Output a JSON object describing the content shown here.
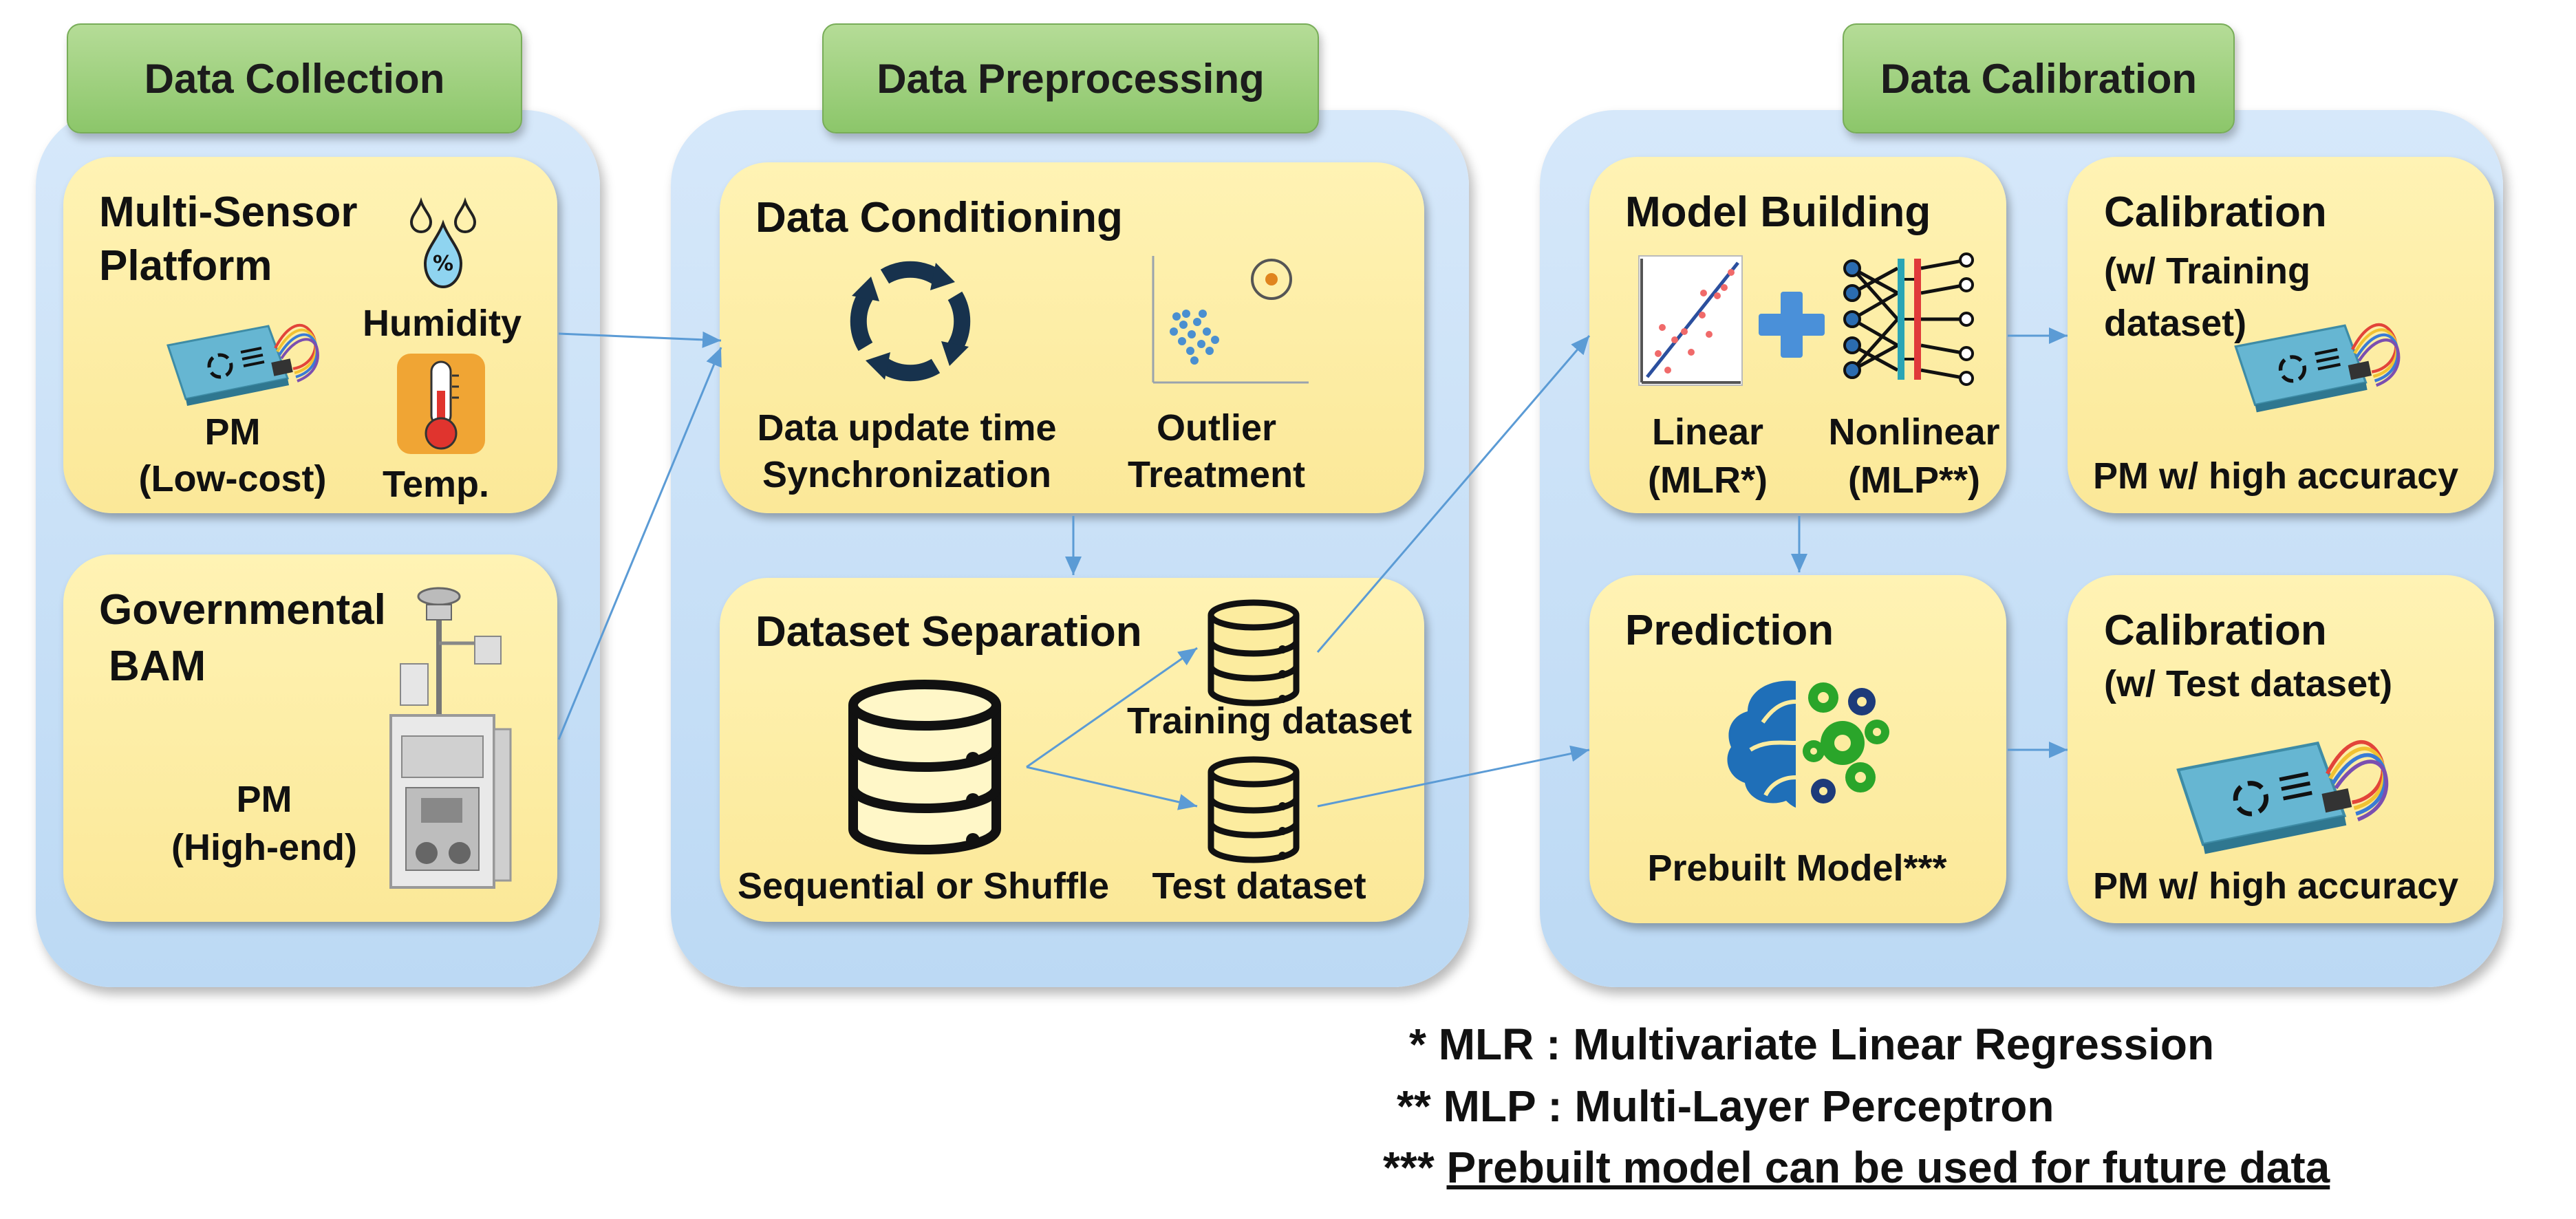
{
  "headers": {
    "collection": "Data Collection",
    "preprocessing": "Data Preprocessing",
    "calibration": "Data Calibration"
  },
  "multi_sensor": {
    "title_line1": "Multi-Sensor",
    "title_line2": "Platform",
    "humidity": "Humidity",
    "pm_line1": "PM",
    "pm_line2": "(Low-cost)",
    "temp": "Temp.",
    "humidity_symbol": "%"
  },
  "bam": {
    "title_line1": "Governmental",
    "title_line2": "BAM",
    "pm_line1": "PM",
    "pm_line2": "(High-end)"
  },
  "conditioning": {
    "title": "Data Conditioning",
    "sync_line1": "Data update time",
    "sync_line2": "Synchronization",
    "outlier_line1": "Outlier",
    "outlier_line2": "Treatment"
  },
  "separation": {
    "title": "Dataset Separation",
    "sequential": "Sequential or Shuffle",
    "training": "Training dataset",
    "test": "Test dataset"
  },
  "model_building": {
    "title": "Model Building",
    "linear_line1": "Linear",
    "linear_line2": "(MLR*)",
    "nonlinear_line1": "Nonlinear",
    "nonlinear_line2": "(MLP**)"
  },
  "prediction": {
    "title": "Prediction",
    "prebuilt": "Prebuilt Model***"
  },
  "calibration_training": {
    "title_line1": "Calibration",
    "title_line2": "(w/ Training",
    "title_line3": "dataset)",
    "result": "PM w/ high accuracy"
  },
  "calibration_test": {
    "title_line1": "Calibration",
    "title_line2": "(w/ Test dataset)",
    "result": "PM w/ high accuracy"
  },
  "footnotes": {
    "mlr": "* MLR : Multivariate Linear Regression",
    "mlp": "** MLP : Multi-Layer Perceptron",
    "prebuilt_prefix": "***",
    "prebuilt_text": "Prebuilt model can be used for future data"
  },
  "colors": {
    "group_bg": "#c6def6",
    "header_bg": "#a6d484",
    "card_bg": "#fcec9f",
    "arrow": "#5b9bd5",
    "sync_icon": "#17324d",
    "scatter_dots": "#4a8fd0",
    "plus_icon": "#4a90d9",
    "brain_blue": "#1f6fb8",
    "gear_green": "#2aa52a",
    "gear_navy": "#1d3b7a"
  },
  "icons": {
    "humidity": "water-drops-percent-icon",
    "thermometer": "thermometer-icon",
    "sensor": "pm-sensor-board-icon",
    "bam": "bam-station-icon",
    "sync": "sync-cycle-icon",
    "outlier": "scatter-outlier-icon",
    "database": "database-icon",
    "linear_plot": "linear-regression-plot-icon",
    "plus": "plus-icon",
    "neural_net": "neural-network-icon",
    "brain": "brain-gears-icon"
  }
}
